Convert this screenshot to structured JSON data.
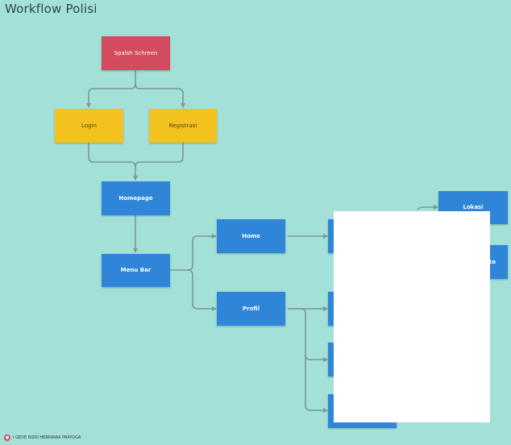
{
  "title": "Workflow Polisi",
  "nodes": {
    "splash": "Spalsh Schreen",
    "login": "Login",
    "registrasi": "Registrasi",
    "homepage": "Homepage",
    "menu_bar": "Menu Bar",
    "home": "Home",
    "profil": "Profil",
    "lokasi": "Lokasi",
    "partial_right": "ta"
  },
  "footer": {
    "icon": "user-avatar-icon",
    "text": "I GEDE RIZKI HERMAWA PRAYOGA"
  },
  "colors": {
    "background": "#a2e0d8",
    "red": "#d34b5f",
    "yellow": "#f4c21f",
    "blue": "#2f86d9",
    "connector": "#7d9896"
  }
}
